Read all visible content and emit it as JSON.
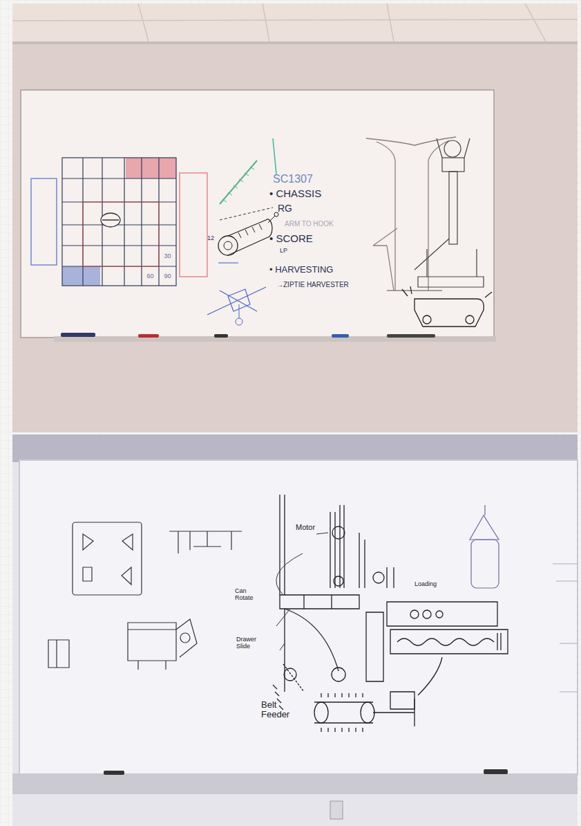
{
  "diagram": {
    "nodes": [
      {
        "text": [
          "30"
        ]
      },
      {
        "text": [
          "60"
        ]
      },
      {
        "text": [
          "90"
        ]
      }
    ],
    "labels": [
      "SC1307",
      "• CHASSIS",
      "RG",
      "ARM TO HOOK",
      "• SCORE",
      "LP",
      "• HARVESTING",
      "→ZIPTIE HARVESTER",
      "12",
      "Motor",
      "Can Rotate",
      "Drawer Slide",
      "Belt Feeder",
      "Loading"
    ]
  }
}
